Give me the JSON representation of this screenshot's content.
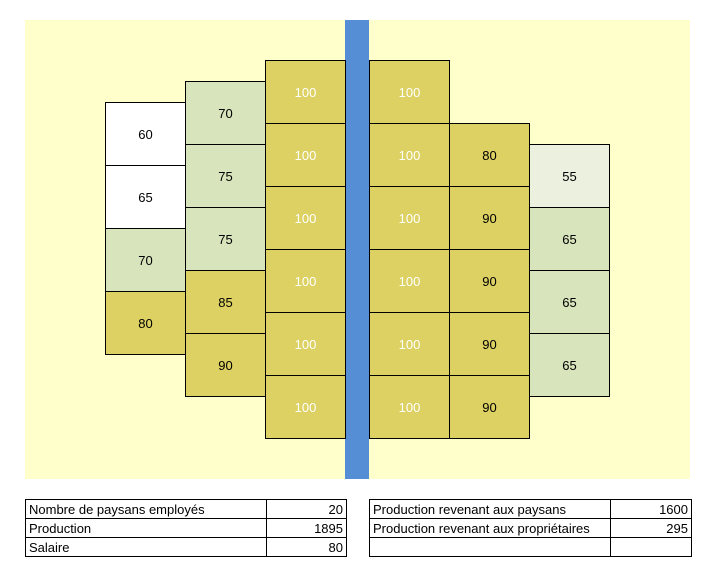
{
  "plots": {
    "c1": [
      "60",
      "65",
      "70",
      "80"
    ],
    "c2": [
      "70",
      "75",
      "75",
      "85",
      "90"
    ],
    "c3": [
      "100",
      "100",
      "100",
      "100",
      "100",
      "100"
    ],
    "c4": [
      "100",
      "100",
      "100",
      "100",
      "100",
      "100"
    ],
    "c5": [
      "80",
      "90",
      "90",
      "90",
      "90"
    ],
    "c6": [
      "55",
      "65",
      "65",
      "65"
    ]
  },
  "summary_left": {
    "employed_label": "Nombre de paysans employés",
    "employed_value": "20",
    "production_label": "Production",
    "production_value": "1895",
    "salary_label": "Salaire",
    "salary_value": "80"
  },
  "summary_right": {
    "peasants_label": "Production revenant aux paysans",
    "peasants_value": "1600",
    "owners_label": "Production revenant aux propriétaires",
    "owners_value": "295"
  },
  "colors": {
    "background": "#ffffcc",
    "river": "#558ed5",
    "tier_white": "#ffffff",
    "tier_pale_green": "#ebf1de",
    "tier_light_green": "#d8e4bc",
    "tier_yellow": "#dcd162"
  }
}
